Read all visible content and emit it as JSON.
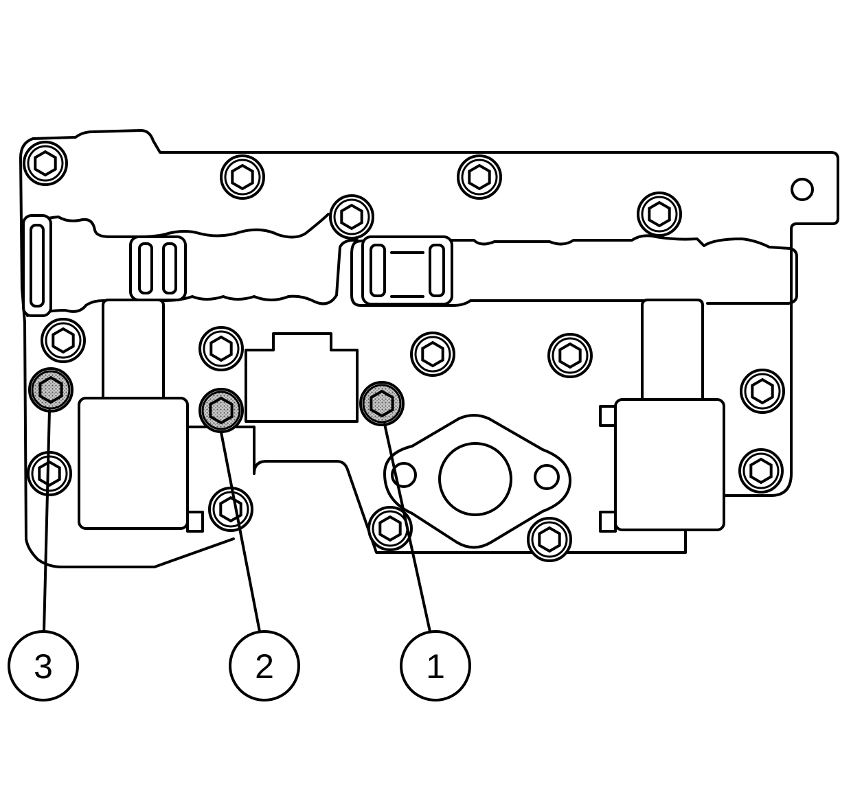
{
  "diagram": {
    "colors": {
      "line": "#000000",
      "background": "#ffffff",
      "hatch": "#9a9a9a"
    },
    "callouts": [
      {
        "id": "callout-3",
        "label": "3"
      },
      {
        "id": "callout-2",
        "label": "2"
      },
      {
        "id": "callout-1",
        "label": "1"
      }
    ]
  }
}
